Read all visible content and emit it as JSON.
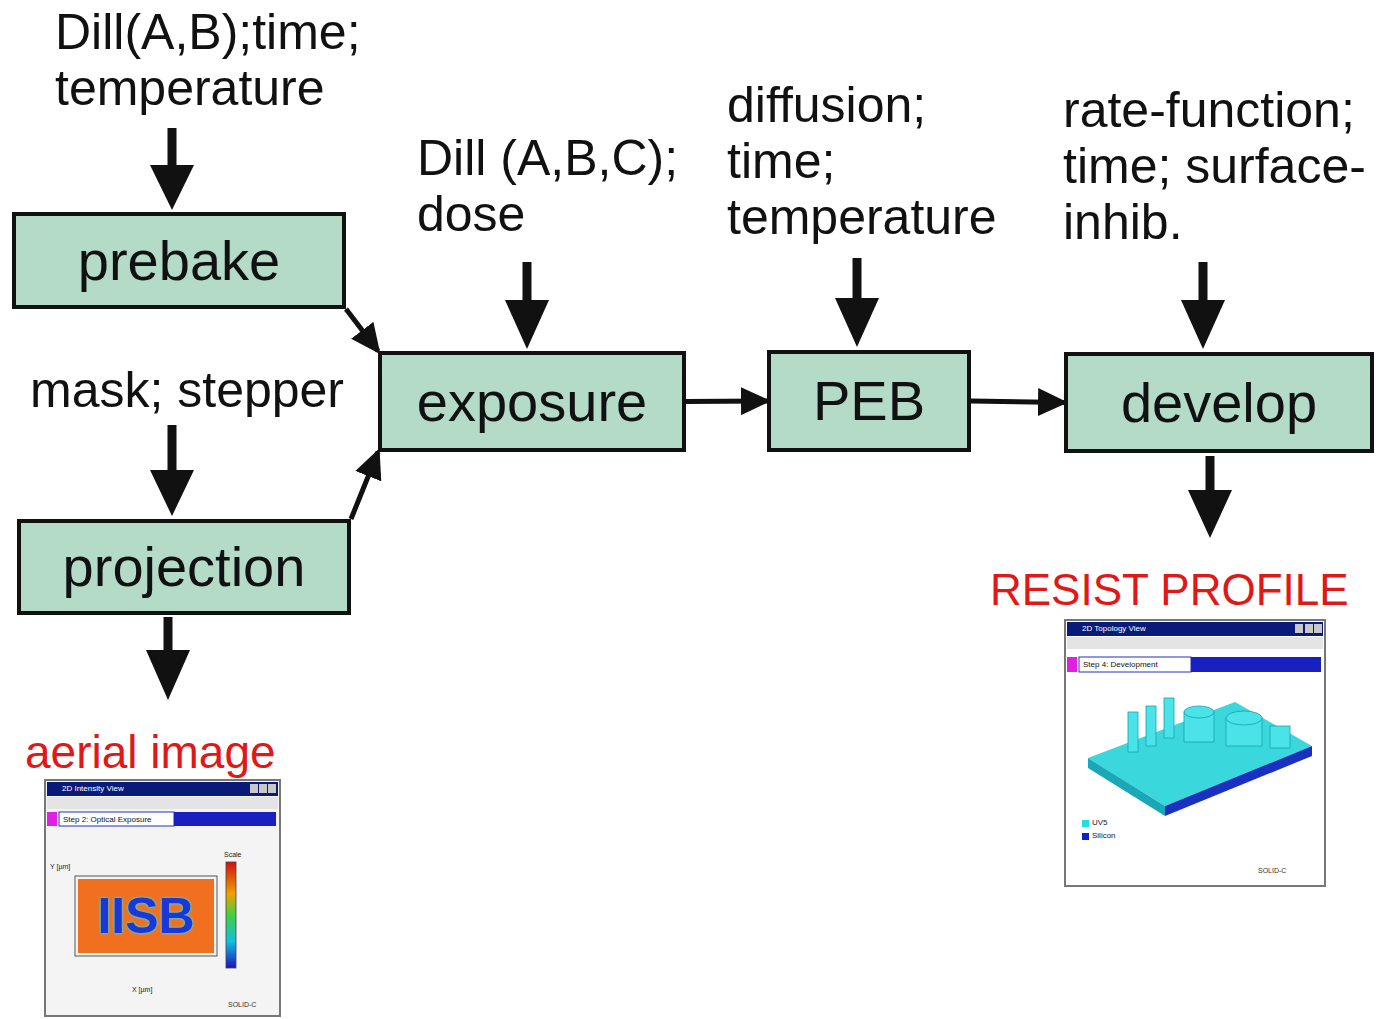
{
  "diagram": {
    "nodes": [
      {
        "text": [
          "prebake"
        ]
      },
      {
        "text": [
          "projection"
        ]
      },
      {
        "text": [
          "exposure"
        ]
      },
      {
        "text": [
          "PEB"
        ]
      },
      {
        "text": [
          "develop"
        ]
      }
    ],
    "edges": [
      {
        "from": 0,
        "to": 2,
        "arrow": "to"
      },
      {
        "from": 1,
        "to": 2,
        "arrow": "to"
      },
      {
        "from": 2,
        "to": 3,
        "arrow": "to"
      },
      {
        "from": 3,
        "to": 4,
        "arrow": "to"
      }
    ],
    "labels": [
      "Dill(A,B);time; temperature",
      "mask; stepper",
      "Dill (A,B,C); dose",
      "diffusion; time; temperature",
      "rate-function; time; surface-inhib.",
      "aerial image",
      "RESIST PROFILE",
      "2D Intensity View",
      "Step 2: Optical Exposure",
      "Y [µm]",
      "Scale",
      "IISB",
      "X [µm]",
      "SOLID-C",
      "2D Topology View",
      "Step 4: Development",
      "SOLID-C"
    ],
    "legend": [
      {
        "text": "UV5",
        "color": "#22e0e0"
      },
      {
        "text": "Silicon",
        "color": "#1020c8"
      }
    ]
  }
}
